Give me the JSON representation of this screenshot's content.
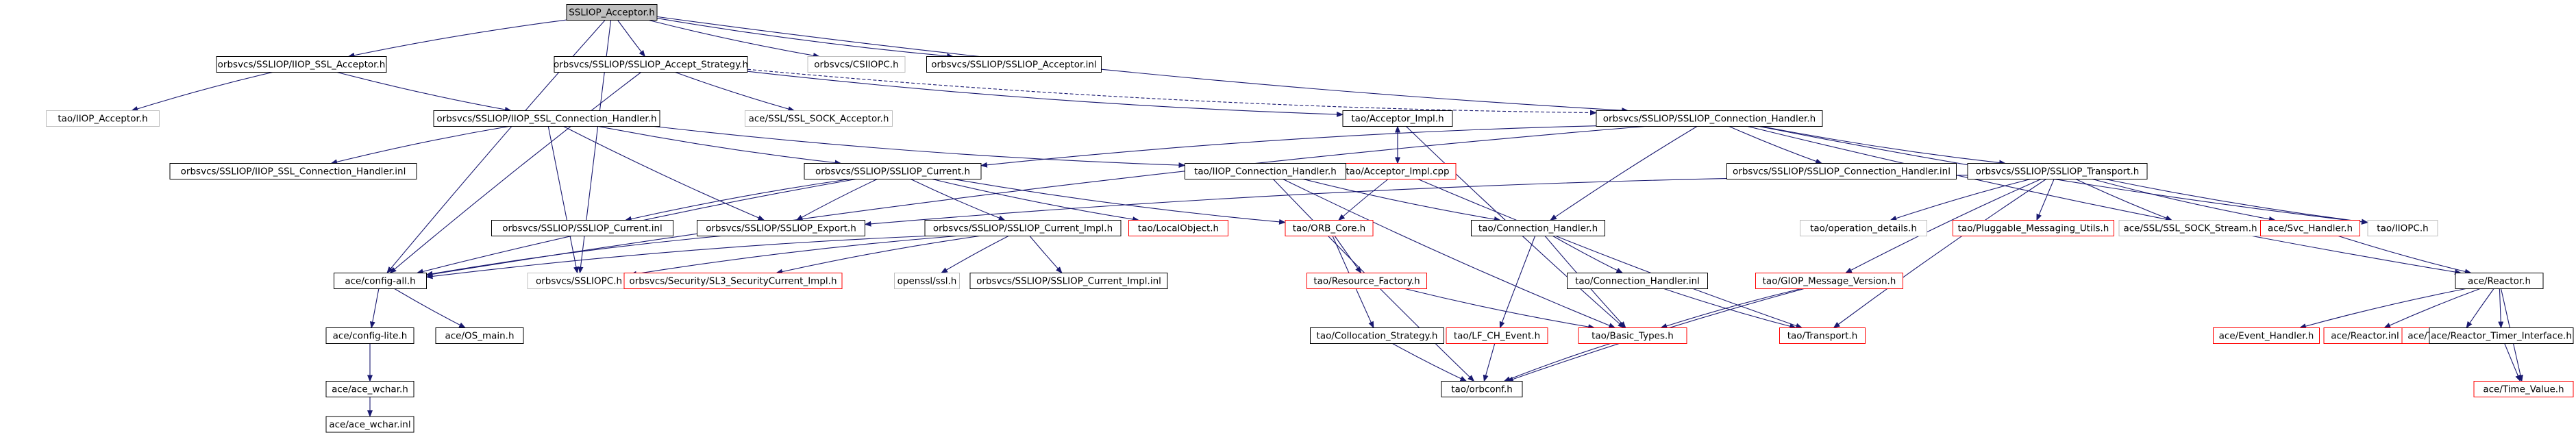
{
  "nodes": [
    {
      "id": "root",
      "label": "SSLIOP_Acceptor.h",
      "style": "root"
    },
    {
      "id": "iiop_ssl_acc",
      "label": "orbsvcs/SSLIOP/IIOP_SSL_Acceptor.h",
      "style": "black"
    },
    {
      "id": "accept_strat",
      "label": "orbsvcs/SSLIOP/SSLIOP_Accept_Strategy.h",
      "style": "black"
    },
    {
      "id": "csiiopc",
      "label": "orbsvcs/CSIIOPC.h",
      "style": "gray"
    },
    {
      "id": "acc_inl",
      "label": "orbsvcs/SSLIOP/SSLIOP_Acceptor.inl",
      "style": "black"
    },
    {
      "id": "tao_iiop_acc",
      "label": "tao/IIOP_Acceptor.h",
      "style": "gray"
    },
    {
      "id": "iiop_ssl_ch",
      "label": "orbsvcs/SSLIOP/IIOP_SSL_Connection_Handler.h",
      "style": "black"
    },
    {
      "id": "ace_ssl_sock_acc",
      "label": "ace/SSL/SSL_SOCK_Acceptor.h",
      "style": "gray"
    },
    {
      "id": "acc_impl_h",
      "label": "tao/Acceptor_Impl.h",
      "style": "black"
    },
    {
      "id": "ssliop_ch",
      "label": "orbsvcs/SSLIOP/SSLIOP_Connection_Handler.h",
      "style": "black"
    },
    {
      "id": "acc_impl_cpp",
      "label": "tao/Acceptor_Impl.cpp",
      "style": "red"
    },
    {
      "id": "iiop_ssl_ch_inl",
      "label": "orbsvcs/SSLIOP/IIOP_SSL_Connection_Handler.inl",
      "style": "black"
    },
    {
      "id": "ssliop_current",
      "label": "orbsvcs/SSLIOP/SSLIOP_Current.h",
      "style": "black"
    },
    {
      "id": "tao_iiop_ch",
      "label": "tao/IIOP_Connection_Handler.h",
      "style": "black"
    },
    {
      "id": "ssliop_ch_inl",
      "label": "orbsvcs/SSLIOP/SSLIOP_Connection_Handler.inl",
      "style": "black"
    },
    {
      "id": "ssliop_transport",
      "label": "orbsvcs/SSLIOP/SSLIOP_Transport.h",
      "style": "black"
    },
    {
      "id": "ssliop_current_inl",
      "label": "orbsvcs/SSLIOP/SSLIOP_Current.inl",
      "style": "black"
    },
    {
      "id": "ssliop_export",
      "label": "orbsvcs/SSLIOP/SSLIOP_Export.h",
      "style": "black"
    },
    {
      "id": "ssliop_current_impl",
      "label": "orbsvcs/SSLIOP/SSLIOP_Current_Impl.h",
      "style": "black"
    },
    {
      "id": "localobject",
      "label": "tao/LocalObject.h",
      "style": "red"
    },
    {
      "id": "orb_core",
      "label": "tao/ORB_Core.h",
      "style": "red"
    },
    {
      "id": "conn_handler",
      "label": "tao/Connection_Handler.h",
      "style": "black"
    },
    {
      "id": "op_details",
      "label": "tao/operation_details.h",
      "style": "gray"
    },
    {
      "id": "pluggable",
      "label": "tao/Pluggable_Messaging_Utils.h",
      "style": "red"
    },
    {
      "id": "ssl_sock_stream",
      "label": "ace/SSL/SSL_SOCK_Stream.h",
      "style": "gray"
    },
    {
      "id": "svc_handler",
      "label": "ace/Svc_Handler.h",
      "style": "red"
    },
    {
      "id": "iiopc",
      "label": "tao/IIOPC.h",
      "style": "gray"
    },
    {
      "id": "config_all",
      "label": "ace/config-all.h",
      "style": "black"
    },
    {
      "id": "ssliopc",
      "label": "orbsvcs/SSLIOPC.h",
      "style": "gray"
    },
    {
      "id": "sl3_impl",
      "label": "orbsvcs/Security/SL3_SecurityCurrent_Impl.h",
      "style": "red"
    },
    {
      "id": "openssl",
      "label": "openssl/ssl.h",
      "style": "gray"
    },
    {
      "id": "current_impl_inl",
      "label": "orbsvcs/SSLIOP/SSLIOP_Current_Impl.inl",
      "style": "black"
    },
    {
      "id": "resource_factory",
      "label": "tao/Resource_Factory.h",
      "style": "red"
    },
    {
      "id": "conn_handler_inl",
      "label": "tao/Connection_Handler.inl",
      "style": "black"
    },
    {
      "id": "giop_msg_ver",
      "label": "tao/GIOP_Message_Version.h",
      "style": "red"
    },
    {
      "id": "reactor",
      "label": "ace/Reactor.h",
      "style": "black"
    },
    {
      "id": "config_lite",
      "label": "ace/config-lite.h",
      "style": "black"
    },
    {
      "id": "os_main",
      "label": "ace/OS_main.h",
      "style": "black"
    },
    {
      "id": "lf_ch_event",
      "label": "tao/LF_CH_Event.h",
      "style": "red"
    },
    {
      "id": "collocation",
      "label": "tao/Collocation_Strategy.h",
      "style": "black"
    },
    {
      "id": "basic_types",
      "label": "tao/Basic_Types.h",
      "style": "red"
    },
    {
      "id": "transport",
      "label": "tao/Transport.h",
      "style": "red"
    },
    {
      "id": "event_handler",
      "label": "ace/Event_Handler.h",
      "style": "red"
    },
    {
      "id": "reactor_inl",
      "label": "ace/Reactor.inl",
      "style": "red"
    },
    {
      "id": "timer_queuefwd",
      "label": "ace/Timer_Queuefwd.h",
      "style": "red"
    },
    {
      "id": "reactor_timer_if",
      "label": "ace/Reactor_Timer_Interface.h",
      "style": "black"
    },
    {
      "id": "ace_wchar_h",
      "label": "ace/ace_wchar.h",
      "style": "black"
    },
    {
      "id": "time_value",
      "label": "ace/Time_Value.h",
      "style": "red"
    },
    {
      "id": "orbconf",
      "label": "tao/orbconf.h",
      "style": "black"
    },
    {
      "id": "ace_wchar_inl",
      "label": "ace/ace_wchar.inl",
      "style": "black"
    }
  ],
  "edges": [
    [
      "root",
      "iiop_ssl_acc"
    ],
    [
      "root",
      "accept_strat"
    ],
    [
      "root",
      "csiiopc"
    ],
    [
      "root",
      "acc_inl"
    ],
    [
      "root",
      "ssliop_ch"
    ],
    [
      "root",
      "config_all"
    ],
    [
      "root",
      "ssliopc"
    ],
    [
      "iiop_ssl_acc",
      "tao_iiop_acc"
    ],
    [
      "iiop_ssl_acc",
      "iiop_ssl_ch"
    ],
    [
      "accept_strat",
      "acc_impl_h"
    ],
    [
      "accept_strat",
      "ace_ssl_sock_acc"
    ],
    [
      "accept_strat",
      "ssliop_ch"
    ],
    [
      "accept_strat",
      "config_all"
    ],
    [
      "iiop_ssl_ch",
      "iiop_ssl_ch_inl"
    ],
    [
      "iiop_ssl_ch",
      "ssliop_current"
    ],
    [
      "iiop_ssl_ch",
      "tao_iiop_ch"
    ],
    [
      "iiop_ssl_ch",
      "ssliop_export"
    ],
    [
      "iiop_ssl_ch",
      "ssliopc"
    ],
    [
      "acc_impl_h",
      "acc_impl_cpp"
    ],
    [
      "acc_impl_cpp",
      "acc_impl_h"
    ],
    [
      "acc_impl_cpp",
      "orb_core"
    ],
    [
      "acc_impl_cpp",
      "transport"
    ],
    [
      "acc_impl_h",
      "basic_types"
    ],
    [
      "ssliop_ch",
      "ssliop_current"
    ],
    [
      "ssliop_ch",
      "conn_handler"
    ],
    [
      "ssliop_ch",
      "ssliop_ch_inl"
    ],
    [
      "ssliop_ch",
      "ssliop_transport"
    ],
    [
      "ssliop_ch",
      "iiopc"
    ],
    [
      "ssliop_ch",
      "reactor"
    ],
    [
      "ssliop_ch",
      "config_all"
    ],
    [
      "ssliop_current",
      "ssliop_current_inl"
    ],
    [
      "ssliop_current",
      "ssliop_export"
    ],
    [
      "ssliop_current",
      "ssliop_current_impl"
    ],
    [
      "ssliop_current",
      "localobject"
    ],
    [
      "ssliop_current",
      "orb_core"
    ],
    [
      "ssliop_current",
      "config_all"
    ],
    [
      "tao_iiop_ch",
      "conn_handler"
    ],
    [
      "tao_iiop_ch",
      "basic_types"
    ],
    [
      "tao_iiop_ch",
      "orbconf"
    ],
    [
      "ssliop_transport",
      "op_details"
    ],
    [
      "ssliop_transport",
      "pluggable"
    ],
    [
      "ssliop_transport",
      "ssl_sock_stream"
    ],
    [
      "ssliop_transport",
      "svc_handler"
    ],
    [
      "ssliop_transport",
      "iiopc"
    ],
    [
      "ssliop_transport",
      "giop_msg_ver"
    ],
    [
      "ssliop_transport",
      "transport"
    ],
    [
      "ssliop_transport",
      "ssliop_export"
    ],
    [
      "ssliop_export",
      "config_all"
    ],
    [
      "ssliop_current_impl",
      "sl3_impl"
    ],
    [
      "ssliop_current_impl",
      "openssl"
    ],
    [
      "ssliop_current_impl",
      "current_impl_inl"
    ],
    [
      "ssliop_current_impl",
      "ssliopc"
    ],
    [
      "ssliop_current_impl",
      "config_all"
    ],
    [
      "orb_core",
      "resource_factory"
    ],
    [
      "orb_core",
      "collocation"
    ],
    [
      "conn_handler",
      "conn_handler_inl"
    ],
    [
      "conn_handler",
      "lf_ch_event"
    ],
    [
      "conn_handler",
      "basic_types"
    ],
    [
      "conn_handler_inl",
      "transport"
    ],
    [
      "resource_factory",
      "basic_types"
    ],
    [
      "svc_handler",
      "reactor"
    ],
    [
      "giop_msg_ver",
      "basic_types"
    ],
    [
      "giop_msg_ver",
      "orbconf"
    ],
    [
      "config_all",
      "config_lite"
    ],
    [
      "config_all",
      "os_main"
    ],
    [
      "config_lite",
      "ace_wchar_h"
    ],
    [
      "ace_wchar_h",
      "ace_wchar_inl"
    ],
    [
      "reactor",
      "event_handler"
    ],
    [
      "reactor",
      "reactor_inl"
    ],
    [
      "reactor",
      "timer_queuefwd"
    ],
    [
      "reactor",
      "reactor_timer_if"
    ],
    [
      "reactor",
      "time_value"
    ],
    [
      "reactor_timer_if",
      "time_value"
    ],
    [
      "lf_ch_event",
      "orbconf"
    ],
    [
      "collocation",
      "orbconf"
    ],
    [
      "basic_types",
      "orbconf"
    ]
  ],
  "dashed_edges": [
    [
      "accept_strat",
      "ssliop_ch"
    ],
    [
      "root",
      "acc_impl_h"
    ]
  ],
  "colors": {
    "edge": "#191970",
    "root_fill": "#bfbfbf",
    "black_border": "#000000",
    "red_border": "#ff0000",
    "gray_border": "#bfbfbf",
    "text": "#000000"
  }
}
